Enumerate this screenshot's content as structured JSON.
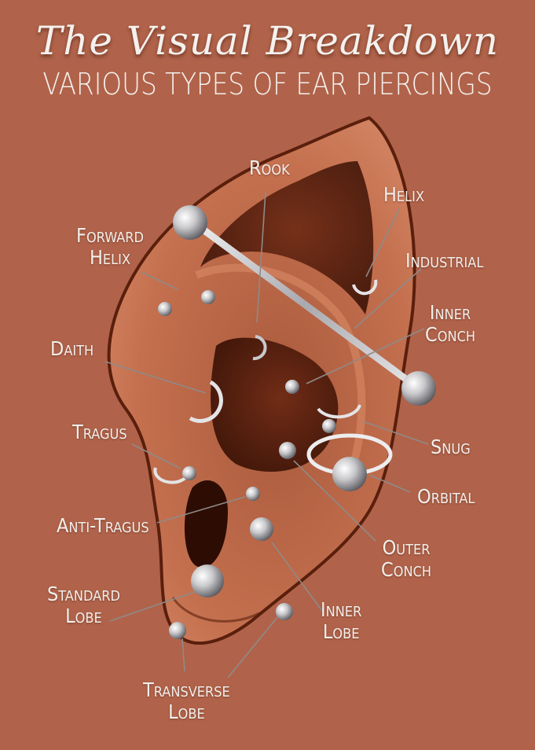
{
  "header": {
    "title": "The Visual Breakdown",
    "subtitle": "VARIOUS TYPES OF EAR PIERCINGS"
  },
  "labels": {
    "rook": "Rook",
    "helix": "Helix",
    "forward_helix_1": "Forward",
    "forward_helix_2": "Helix",
    "industrial": "Industrial",
    "inner_conch_1": "Inner",
    "inner_conch_2": "Conch",
    "daith": "Daith",
    "snug": "Snug",
    "tragus": "Tragus",
    "orbital": "Orbital",
    "anti_tragus": "Anti-Tragus",
    "outer_conch_1": "Outer",
    "outer_conch_2": "Conch",
    "standard_lobe_1": "Standard",
    "standard_lobe_2": "Lobe",
    "inner_lobe_1": "Inner",
    "inner_lobe_2": "Lobe",
    "transverse_lobe_1": "Transverse",
    "transverse_lobe_2": "Lobe"
  },
  "colors": {
    "background": "#b0634a",
    "skin": "#c4704f",
    "skin_shadow": "#4a1a0c",
    "metal": "#cfcfd2",
    "text": "#f2efec"
  }
}
